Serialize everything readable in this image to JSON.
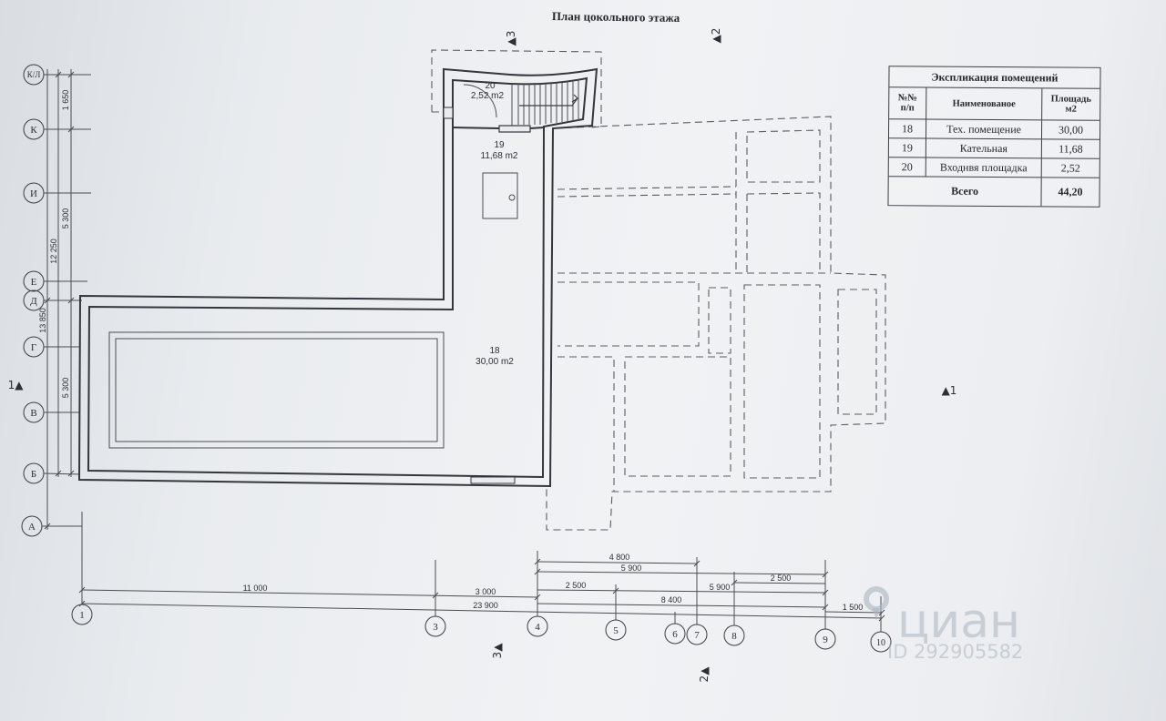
{
  "title": "План цокольного этажа",
  "section_marks": {
    "top_3": "▲3",
    "top_2": "▲2",
    "left_1": "1▲",
    "right_1": "▲1",
    "bottom_3": "3▲",
    "bottom_2": "2▲"
  },
  "grid_letters": [
    "К/Л",
    "К",
    "И",
    "Е",
    "Д",
    "Г",
    "В",
    "Б",
    "А"
  ],
  "grid_numbers": [
    "1",
    "3",
    "4",
    "5",
    "6",
    "7",
    "8",
    "9",
    "10"
  ],
  "dimensions_left": [
    "1 650",
    "5 300",
    "12 250",
    "13 850",
    "5 300"
  ],
  "dimensions_bottom": [
    "11 000",
    "3 000",
    "23 900",
    "4 800",
    "5 900",
    "2 500",
    "2 500",
    "8 400",
    "5 900",
    "1 500"
  ],
  "rooms": [
    {
      "number": "20",
      "area": "2,52 m2"
    },
    {
      "number": "19",
      "area": "11,68 m2"
    },
    {
      "number": "18",
      "area": "30,00 m2"
    }
  ],
  "explication": {
    "title": "Экспликация помещений",
    "headers": [
      "№№\nп/п",
      "Наименованое",
      "Площадь\nм2"
    ],
    "rows": [
      {
        "number": "18",
        "name": "Тех. помещение",
        "area": "30,00"
      },
      {
        "number": "19",
        "name": "Кательная",
        "area": "11,68"
      },
      {
        "number": "20",
        "name": "Входнвя площадка",
        "area": "2,52"
      }
    ],
    "total_label": "Всего",
    "total_area": "44,20"
  },
  "watermark": {
    "brand": "циан",
    "listing_id": "ID 292905582",
    "logo_icon": "cian-pin-icon"
  },
  "colors": {
    "paper": "#eef0f2",
    "ink": "#3b3e45",
    "watermark": "#b4bac3"
  }
}
